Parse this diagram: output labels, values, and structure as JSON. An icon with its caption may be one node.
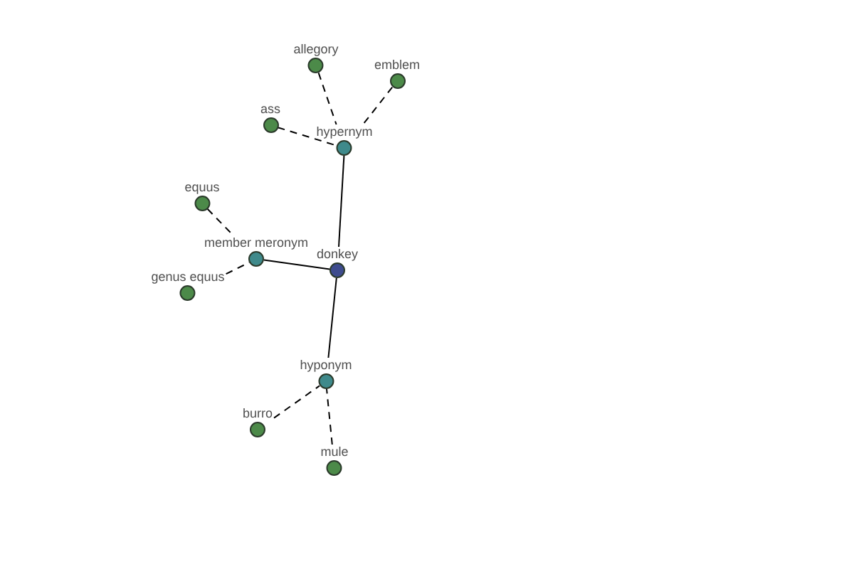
{
  "diagram": {
    "nodes": [
      {
        "text": [
          "allegory"
        ]
      },
      {
        "text": [
          "emblem"
        ]
      },
      {
        "text": [
          "ass"
        ]
      },
      {
        "text": [
          "hypernym"
        ]
      },
      {
        "text": [
          "equus"
        ]
      },
      {
        "text": [
          "member meronym"
        ]
      },
      {
        "text": [
          "donkey"
        ]
      },
      {
        "text": [
          "genus equus"
        ]
      },
      {
        "text": [
          "hyponym"
        ]
      },
      {
        "text": [
          "burro"
        ]
      },
      {
        "text": [
          "mule"
        ]
      }
    ],
    "edges": [
      {
        "from": 0,
        "to": 3,
        "arrow": "none",
        "style": "dashed"
      },
      {
        "from": 1,
        "to": 3,
        "arrow": "none",
        "style": "dashed"
      },
      {
        "from": 2,
        "to": 3,
        "arrow": "none",
        "style": "dashed"
      },
      {
        "from": 3,
        "to": 6,
        "arrow": "none"
      },
      {
        "from": 4,
        "to": 5,
        "arrow": "none",
        "style": "dashed"
      },
      {
        "from": 5,
        "to": 6,
        "arrow": "none"
      },
      {
        "from": 7,
        "to": 5,
        "arrow": "none",
        "style": "dashed"
      },
      {
        "from": 8,
        "to": 6,
        "arrow": "none"
      },
      {
        "from": 9,
        "to": 8,
        "arrow": "none",
        "style": "dashed"
      },
      {
        "from": 10,
        "to": 8,
        "arrow": "none",
        "style": "dashed"
      }
    ]
  }
}
